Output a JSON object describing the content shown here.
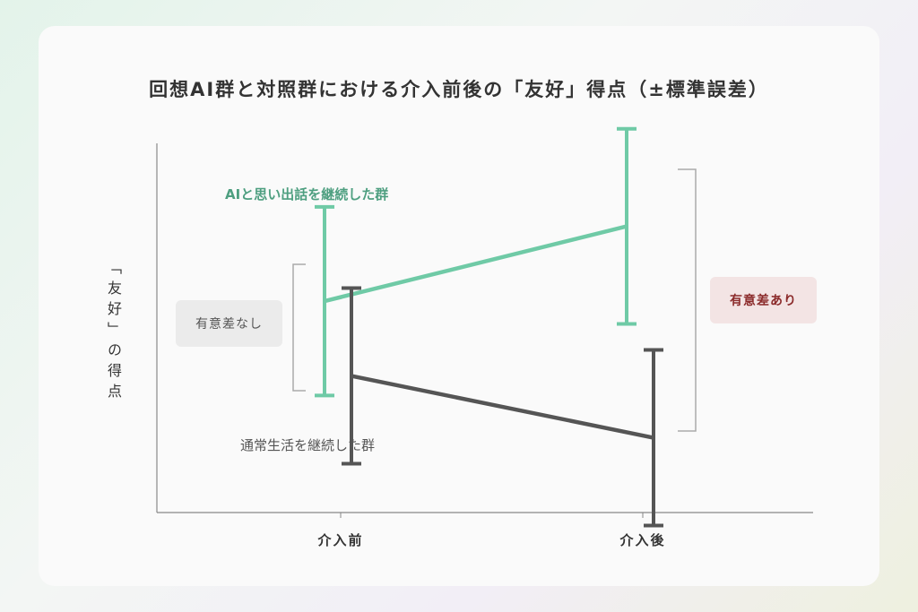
{
  "chart_data": {
    "type": "line",
    "title": "回想AI群と対照群における介入前後の「友好」得点（±標準誤差）",
    "ylabel_chars": [
      "「",
      "友",
      "好",
      "」",
      "の",
      "得",
      "点"
    ],
    "ylabel": "「友好」の得点",
    "xlabel": "",
    "categories": [
      "介入前",
      "介入後"
    ],
    "ylim": [
      0,
      108
    ],
    "grid": false,
    "series": [
      {
        "name": "AIと思い出話を継続した群",
        "color": "#6fcaa6",
        "values": [
          65,
          88
        ],
        "errors": [
          29,
          30
        ]
      },
      {
        "name": "通常生活を継続した群",
        "color": "#555555",
        "values": [
          42,
          23
        ],
        "errors": [
          27,
          27
        ]
      }
    ],
    "annotations": [
      {
        "text": "有意差なし",
        "target": "介入前"
      },
      {
        "text": "有意差あり",
        "target": "介入後"
      }
    ]
  }
}
